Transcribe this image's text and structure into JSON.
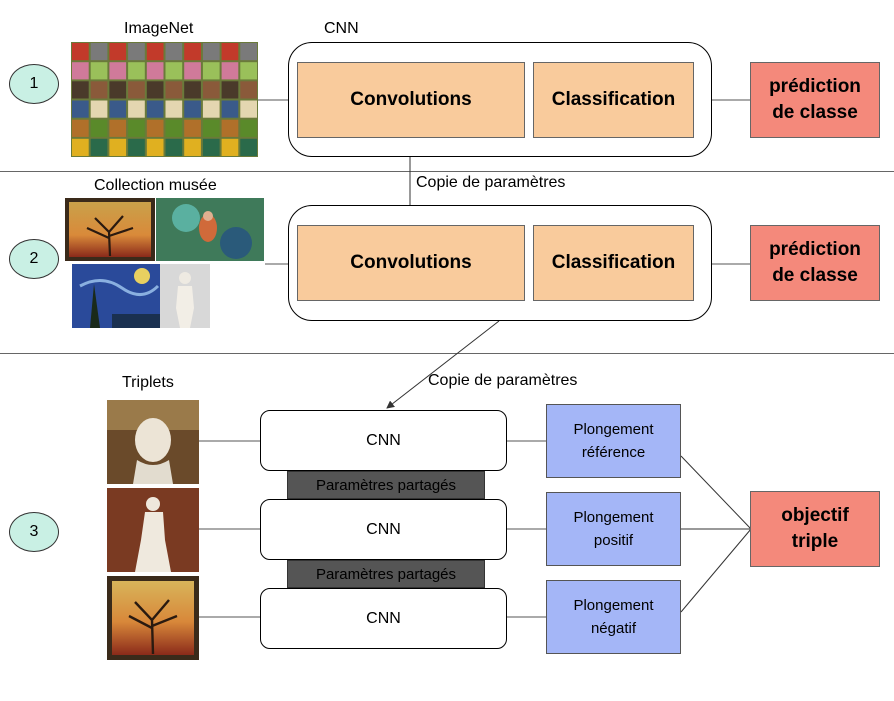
{
  "steps": [
    "1",
    "2",
    "3"
  ],
  "section1": {
    "image_label": "ImageNet",
    "cnn_label": "CNN",
    "conv": "Convolutions",
    "classif": "Classification",
    "output": "prédiction\nde classe"
  },
  "section2": {
    "image_label": "Collection musée",
    "transfer_label": "Copie de paramètres",
    "conv": "Convolutions",
    "classif": "Classification",
    "output": "prédiction\nde classe"
  },
  "section3": {
    "image_label": "Triplets",
    "transfer_label": "Copie de paramètres",
    "cnn": [
      "CNN",
      "CNN",
      "CNN"
    ],
    "shared": [
      "Paramètres partagés",
      "Paramètres partagés"
    ],
    "embeddings": [
      "Plongement\nréférence",
      "Plongement\npositif",
      "Plongement\nnégatif"
    ],
    "objective": "objectif\ntriple"
  }
}
